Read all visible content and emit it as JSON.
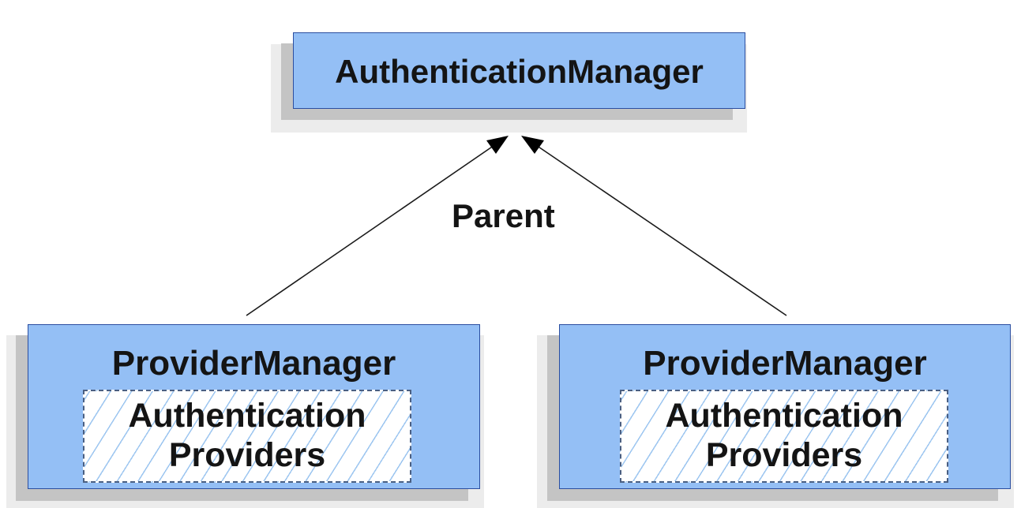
{
  "diagram": {
    "root": {
      "title": "AuthenticationManager"
    },
    "edge_label": "Parent",
    "children": [
      {
        "title": "ProviderManager",
        "inner_line1": "Authentication",
        "inner_line2": "Providers"
      },
      {
        "title": "ProviderManager",
        "inner_line1": "Authentication",
        "inner_line2": "Providers"
      }
    ]
  },
  "colors": {
    "box_fill": "#94bff5",
    "box_border": "#2b4ea0",
    "shadow": "#c4c4c4",
    "hatch": "#9dc6f0",
    "text": "#141414",
    "line": "#1a1a1a"
  }
}
